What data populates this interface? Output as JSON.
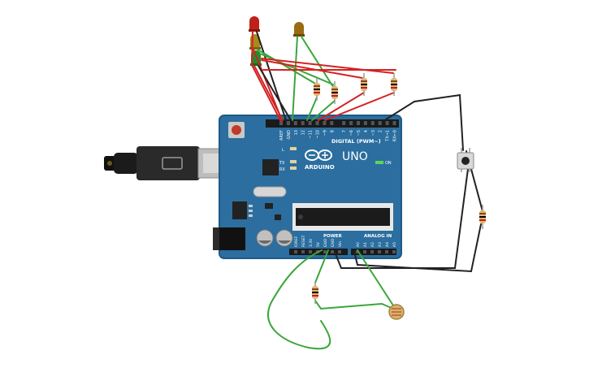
{
  "board": {
    "brand": "ARDUINO",
    "model": "UNO",
    "digital_header": "DIGITAL (PWM~)",
    "power_header": "POWER",
    "analog_header": "ANALOG IN",
    "on_label": "ON",
    "l_label": "L",
    "tx_label": "TX",
    "rx_label": "RX",
    "digital_pins": [
      "AREF",
      "GND",
      "13",
      "12",
      "~11",
      "~10",
      "~9",
      "8",
      "7",
      "~6",
      "~5",
      "4",
      "~3",
      "2",
      "TX→1",
      "RX←0"
    ],
    "power_pins": [
      "IOREF",
      "RESET",
      "3.3V",
      "5V",
      "GND",
      "GND",
      "Vin"
    ],
    "analog_pins": [
      "A0",
      "A1",
      "A2",
      "A3",
      "A4",
      "A5"
    ]
  },
  "colors": {
    "board": "#2b6e9f",
    "board_edge": "#1f5a85",
    "wire_red": "#d42222",
    "wire_green": "#3aa63a",
    "wire_black": "#222222",
    "led_red": "#c0201a",
    "led_yellow": "#a88a1c",
    "led_green": "#1f8f2a",
    "led_orange": "#9a6b12"
  },
  "components": [
    "red-led",
    "yellow-led",
    "green-led",
    "orange-led",
    "push-button",
    "photoresistor"
  ]
}
